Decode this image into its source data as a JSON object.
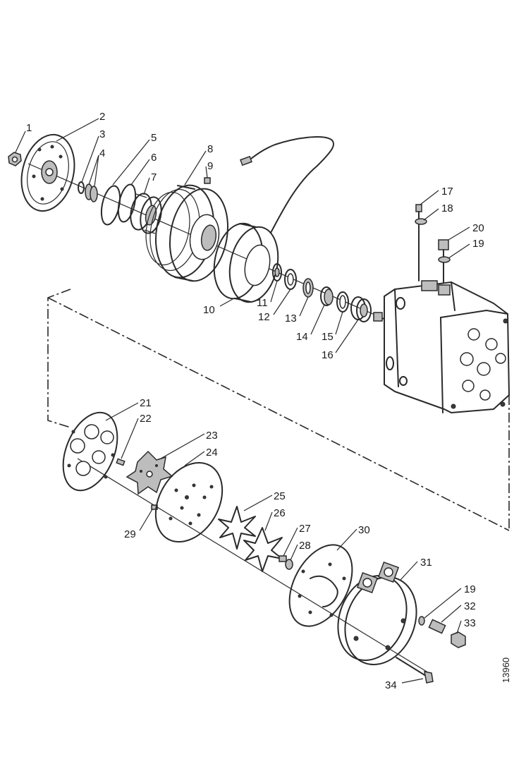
{
  "figure_id": "13960",
  "callouts": [
    {
      "id": "c1",
      "label": "1"
    },
    {
      "id": "c2",
      "label": "2"
    },
    {
      "id": "c3",
      "label": "3"
    },
    {
      "id": "c4",
      "label": "4"
    },
    {
      "id": "c5",
      "label": "5"
    },
    {
      "id": "c6",
      "label": "6"
    },
    {
      "id": "c7",
      "label": "7"
    },
    {
      "id": "c8",
      "label": "8"
    },
    {
      "id": "c9",
      "label": "9"
    },
    {
      "id": "c10",
      "label": "10"
    },
    {
      "id": "c11",
      "label": "11"
    },
    {
      "id": "c12",
      "label": "12"
    },
    {
      "id": "c13",
      "label": "13"
    },
    {
      "id": "c14",
      "label": "14"
    },
    {
      "id": "c15",
      "label": "15"
    },
    {
      "id": "c16",
      "label": "16"
    },
    {
      "id": "c17",
      "label": "17"
    },
    {
      "id": "c18",
      "label": "18"
    },
    {
      "id": "c19a",
      "label": "19"
    },
    {
      "id": "c20",
      "label": "20"
    },
    {
      "id": "c21",
      "label": "21"
    },
    {
      "id": "c22",
      "label": "22"
    },
    {
      "id": "c23",
      "label": "23"
    },
    {
      "id": "c24",
      "label": "24"
    },
    {
      "id": "c25",
      "label": "25"
    },
    {
      "id": "c26",
      "label": "26"
    },
    {
      "id": "c27",
      "label": "27"
    },
    {
      "id": "c28",
      "label": "28"
    },
    {
      "id": "c29",
      "label": "29"
    },
    {
      "id": "c30",
      "label": "30"
    },
    {
      "id": "c31",
      "label": "31"
    },
    {
      "id": "c19b",
      "label": "19"
    },
    {
      "id": "c32",
      "label": "32"
    },
    {
      "id": "c33",
      "label": "33"
    },
    {
      "id": "c34",
      "label": "34"
    }
  ]
}
